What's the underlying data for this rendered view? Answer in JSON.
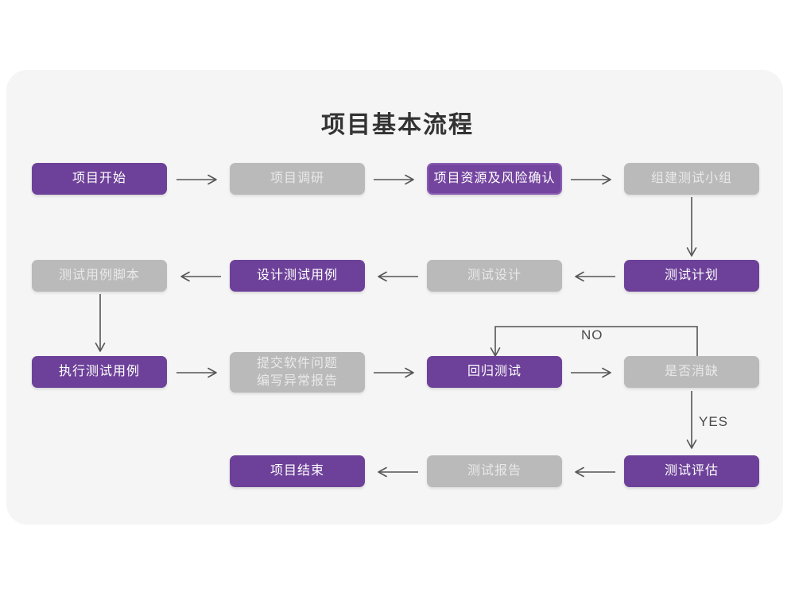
{
  "page": {
    "background": "#ffffff",
    "card_background": "#f5f5f5"
  },
  "title": "项目基本流程",
  "palette": {
    "purple": "#6d4199",
    "purple_outline_border": "#8a5bb3",
    "gray": "#bababa",
    "gray_text": "#e9e9e9",
    "arrow": "#555555",
    "title_text": "#333333"
  },
  "nodes": {
    "project_start": {
      "label": "项目开始",
      "style": "purple"
    },
    "project_research": {
      "label": "项目调研",
      "style": "gray"
    },
    "resource_risk": {
      "label": "项目资源及风险确认",
      "style": "purple-outline"
    },
    "build_team": {
      "label": "组建测试小组",
      "style": "gray"
    },
    "case_script": {
      "label": "测试用例脚本",
      "style": "gray"
    },
    "design_cases": {
      "label": "设计测试用例",
      "style": "purple"
    },
    "test_design": {
      "label": "测试设计",
      "style": "gray"
    },
    "test_plan": {
      "label": "测试计划",
      "style": "purple"
    },
    "execute_cases": {
      "label": "执行测试用例",
      "style": "purple"
    },
    "submit_issues": {
      "label": "提交软件问题\n编写异常报告",
      "style": "gray"
    },
    "regression_test": {
      "label": "回归测试",
      "style": "purple"
    },
    "defect_cleared": {
      "label": "是否消缺",
      "style": "gray"
    },
    "project_end": {
      "label": "项目结束",
      "style": "purple"
    },
    "test_report": {
      "label": "测试报告",
      "style": "gray"
    },
    "test_evaluation": {
      "label": "测试评估",
      "style": "purple"
    }
  },
  "edge_labels": {
    "no": "NO",
    "yes": "YES"
  },
  "flow": {
    "row1": [
      "项目开始",
      "项目调研",
      "项目资源及风险确认",
      "组建测试小组"
    ],
    "row2": [
      "测试用例脚本",
      "设计测试用例",
      "测试设计",
      "测试计划"
    ],
    "row3": [
      "执行测试用例",
      "提交软件问题 编写异常报告",
      "回归测试",
      "是否消缺"
    ],
    "row4": [
      "项目结束",
      "测试报告",
      "测试评估"
    ]
  }
}
